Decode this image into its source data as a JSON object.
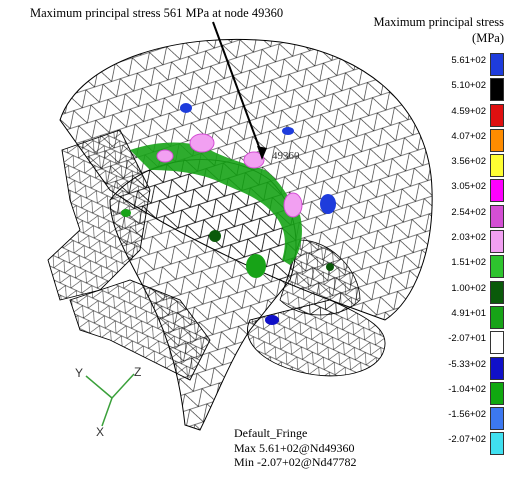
{
  "annotation": {
    "max_note": "Maximum principal stress 561 MPa at node 49360",
    "node_label": "49360"
  },
  "legend": {
    "title_line1": "Maximum principal stress",
    "title_line2": "(MPa)",
    "entries": [
      {
        "label": "5.61+02",
        "color": "#1e3cdc"
      },
      {
        "label": "5.10+02",
        "color": "#000000"
      },
      {
        "label": "4.59+02",
        "color": "#e01010"
      },
      {
        "label": "4.07+02",
        "color": "#ff8c00"
      },
      {
        "label": "3.56+02",
        "color": "#ffff33"
      },
      {
        "label": "3.05+02",
        "color": "#ff00ff"
      },
      {
        "label": "2.54+02",
        "color": "#d44fd4"
      },
      {
        "label": "2.03+02",
        "color": "#f2a0f2"
      },
      {
        "label": "1.51+02",
        "color": "#2ec42e"
      },
      {
        "label": "1.00+02",
        "color": "#0a5a0a"
      },
      {
        "label": "4.91+01",
        "color": "#17a317"
      },
      {
        "label": "-2.07+01",
        "color": "#ffffff"
      },
      {
        "label": "-5.33+02",
        "color": "#1010c8"
      },
      {
        "label": "-1.04+02",
        "color": "#10a810"
      },
      {
        "label": "-1.56+02",
        "color": "#3c78f0"
      },
      {
        "label": "-2.07+02",
        "color": "#40e0f0"
      }
    ]
  },
  "fringe": {
    "name": "Default_Fringe",
    "max": "Max 5.61+02@Nd49360",
    "min": "Min -2.07+02@Nd47782"
  },
  "triad": {
    "x": "X",
    "y": "Y",
    "z": "Z"
  }
}
